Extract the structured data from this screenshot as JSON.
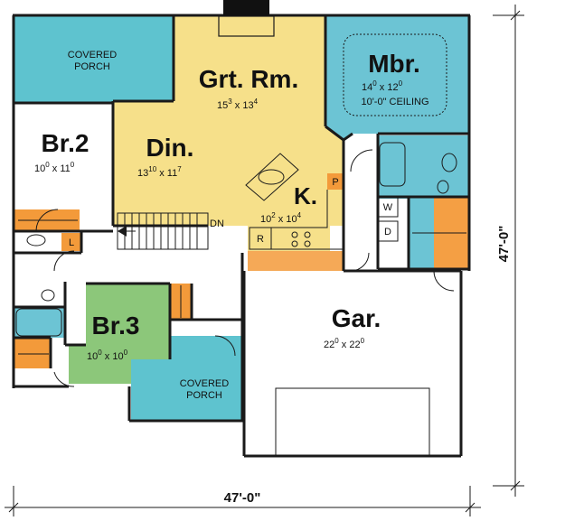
{
  "colors": {
    "porch": "#5ec3cf",
    "great_room": "#f6e08a",
    "master": "#6cc4d4",
    "bath": "#6cc4d4",
    "bedroom3": "#8cc77a",
    "garage": "#ffffff",
    "closet": "#f39a3a",
    "wall": "#1a1a1a"
  },
  "rooms": {
    "covered_porch_top": {
      "line1": "COVERED",
      "line2": "PORCH"
    },
    "great_room": {
      "name": "Grt. Rm.",
      "dim_a": "15",
      "sup_a": "3",
      "dim_b": "13",
      "sup_b": "4"
    },
    "master": {
      "name": "Mbr.",
      "dim_a": "14",
      "sup_a": "0",
      "dim_b": "12",
      "sup_b": "0",
      "note": "10'-0\" CEILING"
    },
    "bedroom2": {
      "name": "Br.2",
      "dim_a": "10",
      "sup_a": "0",
      "dim_b": "11",
      "sup_b": "0"
    },
    "dining": {
      "name": "Din.",
      "dim_a": "13",
      "sup_a": "10",
      "dim_b": "11",
      "sup_b": "7"
    },
    "kitchen": {
      "name": "K.",
      "dim_a": "10",
      "sup_a": "2",
      "dim_b": "10",
      "sup_b": "4"
    },
    "bedroom3": {
      "name": "Br.3",
      "dim_a": "10",
      "sup_a": "0",
      "dim_b": "10",
      "sup_b": "0"
    },
    "covered_porch_front": {
      "line1": "COVERED",
      "line2": "PORCH"
    },
    "garage": {
      "name": "Gar.",
      "dim_a": "22",
      "sup_a": "0",
      "dim_b": "22",
      "sup_b": "0"
    }
  },
  "labels": {
    "stairs": "DN",
    "pantry": "P",
    "refrigerator": "R",
    "laundry": "L",
    "washer": "W",
    "dryer": "D"
  },
  "dimensions": {
    "overall_width": "47'-0\"",
    "overall_depth": "47'-0\""
  }
}
